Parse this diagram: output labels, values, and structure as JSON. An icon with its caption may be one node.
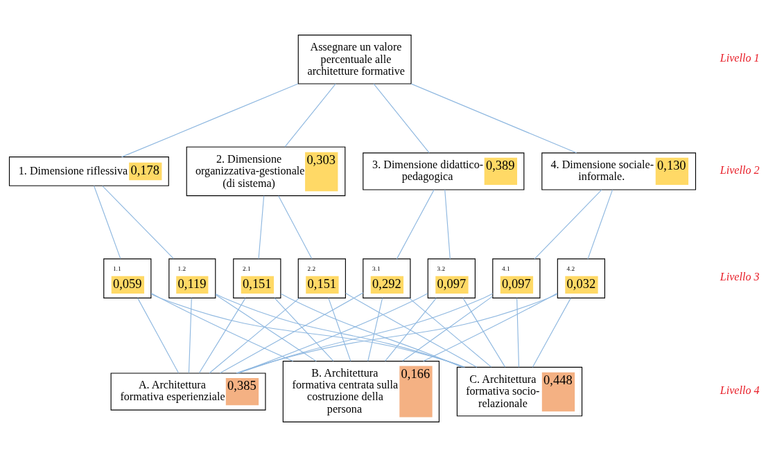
{
  "diagram": {
    "nodes": [
      {
        "text": [
          "Assegnare un valore percentuale alle architetture formative"
        ]
      },
      {
        "text": [
          "1. Dimensione riflessiva",
          "0,178"
        ]
      },
      {
        "text": [
          "2. Dimensione organizzativa-gestionale (di sistema)",
          "0,303"
        ]
      },
      {
        "text": [
          "3. Dimensione didattico-pedagogica",
          "0,389"
        ]
      },
      {
        "text": [
          "4. Dimensione sociale-informale.",
          "0,130"
        ]
      },
      {
        "text": [
          "1.1",
          "0,059"
        ]
      },
      {
        "text": [
          "1.2",
          "0,119"
        ]
      },
      {
        "text": [
          "2.1",
          "0,151"
        ]
      },
      {
        "text": [
          "2.2",
          "0,151"
        ]
      },
      {
        "text": [
          "3.1",
          "0,292"
        ]
      },
      {
        "text": [
          "3.2",
          "0,097"
        ]
      },
      {
        "text": [
          "4.1",
          "0,097"
        ]
      },
      {
        "text": [
          "4.2",
          "0,032"
        ]
      },
      {
        "text": [
          "A. Architettura formativa esperienziale",
          "0,385"
        ]
      },
      {
        "text": [
          "B. Architettura formativa centrata sulla costruzione della persona",
          "0,166"
        ]
      },
      {
        "text": [
          "C. Architettura formativa socio-relazionale",
          "0,448"
        ]
      }
    ],
    "edges": [
      {
        "from": 0,
        "to": 1,
        "arrow": "none"
      },
      {
        "from": 0,
        "to": 2,
        "arrow": "none"
      },
      {
        "from": 0,
        "to": 3,
        "arrow": "none"
      },
      {
        "from": 0,
        "to": 4,
        "arrow": "none"
      },
      {
        "from": 1,
        "to": 5,
        "arrow": "none"
      },
      {
        "from": 1,
        "to": 6,
        "arrow": "none"
      },
      {
        "from": 2,
        "to": 7,
        "arrow": "none"
      },
      {
        "from": 2,
        "to": 8,
        "arrow": "none"
      },
      {
        "from": 3,
        "to": 9,
        "arrow": "none"
      },
      {
        "from": 3,
        "to": 10,
        "arrow": "none"
      },
      {
        "from": 4,
        "to": 11,
        "arrow": "none"
      },
      {
        "from": 4,
        "to": 12,
        "arrow": "none"
      },
      {
        "from": 5,
        "to": 13,
        "arrow": "none"
      },
      {
        "from": 5,
        "to": 14,
        "arrow": "none"
      },
      {
        "from": 5,
        "to": 15,
        "arrow": "none"
      },
      {
        "from": 6,
        "to": 13,
        "arrow": "none"
      },
      {
        "from": 6,
        "to": 14,
        "arrow": "none"
      },
      {
        "from": 6,
        "to": 15,
        "arrow": "none"
      },
      {
        "from": 7,
        "to": 13,
        "arrow": "none"
      },
      {
        "from": 7,
        "to": 14,
        "arrow": "none"
      },
      {
        "from": 7,
        "to": 15,
        "arrow": "none"
      },
      {
        "from": 8,
        "to": 13,
        "arrow": "none"
      },
      {
        "from": 8,
        "to": 14,
        "arrow": "none"
      },
      {
        "from": 8,
        "to": 15,
        "arrow": "none"
      },
      {
        "from": 9,
        "to": 13,
        "arrow": "none"
      },
      {
        "from": 9,
        "to": 14,
        "arrow": "none"
      },
      {
        "from": 9,
        "to": 15,
        "arrow": "none"
      },
      {
        "from": 10,
        "to": 13,
        "arrow": "none"
      },
      {
        "from": 10,
        "to": 14,
        "arrow": "none"
      },
      {
        "from": 10,
        "to": 15,
        "arrow": "none"
      },
      {
        "from": 11,
        "to": 13,
        "arrow": "none"
      },
      {
        "from": 11,
        "to": 14,
        "arrow": "none"
      },
      {
        "from": 11,
        "to": 15,
        "arrow": "none"
      },
      {
        "from": 12,
        "to": 13,
        "arrow": "none"
      },
      {
        "from": 12,
        "to": 14,
        "arrow": "none"
      },
      {
        "from": 12,
        "to": 15,
        "arrow": "none"
      }
    ],
    "labels": [
      "Livello 1",
      "Livello 2",
      "Livello 3",
      "Livello 4"
    ]
  }
}
